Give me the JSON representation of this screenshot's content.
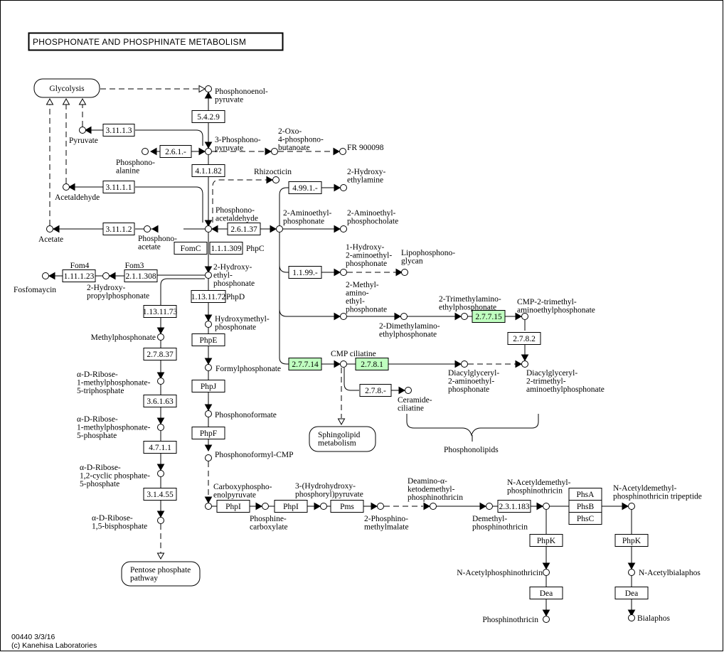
{
  "title": "PHOSPHONATE AND PHOSPHINATE METABOLISM",
  "footer": {
    "map_id_date": "00440 3/3/16",
    "copyright": "(c) Kanehisa Laboratories"
  },
  "colors": {
    "highlight_enzyme": "#bfffbf",
    "line": "#000000",
    "background": "#ffffff"
  },
  "pathway_maps": [
    {
      "id": "glycolysis",
      "lines": [
        "Glycolysis"
      ]
    },
    {
      "id": "sphingolipid",
      "lines": [
        "Sphingolipid",
        "metabolism"
      ]
    },
    {
      "id": "pentose",
      "lines": [
        "Pentose phosphate",
        "pathway"
      ]
    }
  ],
  "enzymes": [
    {
      "id": "e5429",
      "label": "5.4.2.9",
      "highlighted": false
    },
    {
      "id": "e31113",
      "label": "3.11.1.3",
      "highlighted": false
    },
    {
      "id": "e261",
      "label": "2.6.1.-",
      "highlighted": false
    },
    {
      "id": "e41182",
      "label": "4.1.1.82",
      "highlighted": false
    },
    {
      "id": "e31111",
      "label": "3.11.1.1",
      "highlighted": false
    },
    {
      "id": "e31112",
      "label": "3.11.1.2",
      "highlighted": false
    },
    {
      "id": "e26137",
      "label": "2.6.1.37",
      "highlighted": false
    },
    {
      "id": "fomc",
      "label": "FomC",
      "highlighted": false
    },
    {
      "id": "e111309",
      "label": "1.1.1.309",
      "highlighted": false
    },
    {
      "id": "e111123",
      "label": "1.11.1.23",
      "highlighted": false
    },
    {
      "id": "e211308",
      "label": "2.1.1.308",
      "highlighted": false
    },
    {
      "id": "e1131172",
      "label": "1.13.11.72",
      "highlighted": false
    },
    {
      "id": "e1131173",
      "label": "1.13.11.73",
      "highlighted": false
    },
    {
      "id": "e27837",
      "label": "2.7.8.37",
      "highlighted": false
    },
    {
      "id": "e36163",
      "label": "3.6.1.63",
      "highlighted": false
    },
    {
      "id": "e4711",
      "label": "4.7.1.1",
      "highlighted": false
    },
    {
      "id": "e31455",
      "label": "3.1.4.55",
      "highlighted": false
    },
    {
      "id": "phpe",
      "label": "PhpE",
      "highlighted": false
    },
    {
      "id": "phpj",
      "label": "PhpJ",
      "highlighted": false
    },
    {
      "id": "phpf",
      "label": "PhpF",
      "highlighted": false
    },
    {
      "id": "e4991",
      "label": "4.99.1.-",
      "highlighted": false
    },
    {
      "id": "e1199",
      "label": "1.1.99.-",
      "highlighted": false
    },
    {
      "id": "e27715",
      "label": "2.7.7.15",
      "highlighted": true
    },
    {
      "id": "e2782",
      "label": "2.7.8.2",
      "highlighted": false
    },
    {
      "id": "e27714",
      "label": "2.7.7.14",
      "highlighted": true
    },
    {
      "id": "e2781",
      "label": "2.7.8.1",
      "highlighted": true
    },
    {
      "id": "e278",
      "label": "2.7.8.-",
      "highlighted": false
    },
    {
      "id": "phpi1",
      "label": "PhpI",
      "highlighted": false
    },
    {
      "id": "phpi2",
      "label": "PhpI",
      "highlighted": false
    },
    {
      "id": "pms",
      "label": "Pms",
      "highlighted": false
    },
    {
      "id": "e231183",
      "label": "2.3.1.183",
      "highlighted": false
    },
    {
      "id": "phsa",
      "label": "PhsA",
      "highlighted": false
    },
    {
      "id": "phsb",
      "label": "PhsB",
      "highlighted": false
    },
    {
      "id": "phsc",
      "label": "PhsC",
      "highlighted": false
    },
    {
      "id": "phpk1",
      "label": "PhpK",
      "highlighted": false
    },
    {
      "id": "phpk2",
      "label": "PhpK",
      "highlighted": false
    },
    {
      "id": "dea1",
      "label": "Dea",
      "highlighted": false
    },
    {
      "id": "dea2",
      "label": "Dea",
      "highlighted": false
    }
  ],
  "gene_labels": [
    {
      "id": "phpc",
      "text": "PhpC"
    },
    {
      "id": "phpd",
      "text": "PhpD"
    },
    {
      "id": "fom4",
      "text": "Fom4"
    },
    {
      "id": "fom3",
      "text": "Fom3"
    }
  ],
  "compounds": [
    {
      "id": "pep",
      "lines": [
        "Phosphonoenol-",
        "pyruvate"
      ]
    },
    {
      "id": "pyruvate",
      "lines": [
        "Pyruvate"
      ]
    },
    {
      "id": "ppyr",
      "lines": [
        "3-Phosphono-",
        "pyruvate"
      ]
    },
    {
      "id": "oxo",
      "lines": [
        "2-Oxo-",
        "4-phosphono-",
        "butanoate"
      ]
    },
    {
      "id": "fr",
      "lines": [
        "FR 900098"
      ]
    },
    {
      "id": "pala",
      "lines": [
        "Phosphono-",
        "alanine"
      ]
    },
    {
      "id": "acald",
      "lines": [
        "Acetaldehyde"
      ]
    },
    {
      "id": "rhizo",
      "lines": [
        "Rhizocticin"
      ]
    },
    {
      "id": "pald",
      "lines": [
        "Phosphono-",
        "acetaldehyde"
      ]
    },
    {
      "id": "acetate",
      "lines": [
        "Acetate"
      ]
    },
    {
      "id": "pacet",
      "lines": [
        "Phosphono-",
        "acetate"
      ]
    },
    {
      "id": "hea",
      "lines": [
        "2-Hydroxy-",
        "ethylamine"
      ]
    },
    {
      "id": "aep",
      "lines": [
        "2-Aminoethyl-",
        "phosphonate"
      ]
    },
    {
      "id": "aepc",
      "lines": [
        "2-Aminoethyl-",
        "phosphocholate"
      ]
    },
    {
      "id": "fosfo",
      "lines": [
        "Fosfomaycin"
      ]
    },
    {
      "id": "hpp",
      "lines": [
        "2-Hydroxy-",
        "propylphosphonate"
      ]
    },
    {
      "id": "hep",
      "lines": [
        "2-Hydroxy-",
        "ethyl-",
        "phosphonate"
      ]
    },
    {
      "id": "haep",
      "lines": [
        "1-Hydroxy-",
        "2-aminoethyl-",
        "phosphonate"
      ]
    },
    {
      "id": "lpg",
      "lines": [
        "Lipophosphono-",
        "glycan"
      ]
    },
    {
      "id": "hmp",
      "lines": [
        "Hydroxymethyl-",
        "phosphonate"
      ]
    },
    {
      "id": "mp",
      "lines": [
        "Methylphosphonate"
      ]
    },
    {
      "id": "maep",
      "lines": [
        "2-Methyl-",
        "amino-",
        "ethyl-",
        "phosphonate"
      ]
    },
    {
      "id": "dmaep",
      "lines": [
        "2-Dimethylamino-",
        "ethylphosphonate"
      ]
    },
    {
      "id": "tmaep",
      "lines": [
        "2-Trimethylamino-",
        "ethylphosphonate"
      ]
    },
    {
      "id": "cmptm",
      "lines": [
        "CMP-2-trimethyl-",
        "aminoethylphosphonate"
      ]
    },
    {
      "id": "rmptp",
      "lines": [
        "α-D-Ribose-",
        "1-methylphosphonate-",
        "5-triphosphate"
      ]
    },
    {
      "id": "fp",
      "lines": [
        "Formylphosphonate"
      ]
    },
    {
      "id": "cmpcil",
      "lines": [
        "CMP ciliatine"
      ]
    },
    {
      "id": "dgaep",
      "lines": [
        "Diacylglyceryl-",
        "2-aminoethyl-",
        "phosphonate"
      ]
    },
    {
      "id": "dgtmaep",
      "lines": [
        "Diacylglyceryl-",
        "2-trimethyl-",
        "aminoethylphosphonate"
      ]
    },
    {
      "id": "cercil",
      "lines": [
        "Ceramide-",
        "ciliatine"
      ]
    },
    {
      "id": "rmpp",
      "lines": [
        "α-D-Ribose-",
        "1-methylphosphonate-",
        "5-phosphate"
      ]
    },
    {
      "id": "pform",
      "lines": [
        "Phosphonoformate"
      ]
    },
    {
      "id": "plipids",
      "lines": [
        "Phosphonolipids"
      ]
    },
    {
      "id": "rcpp",
      "lines": [
        "α-D-Ribose-",
        "1,2-cyclic phosphate-",
        "5-phosphate"
      ]
    },
    {
      "id": "pfcmp",
      "lines": [
        "Phosphonoformyl-CMP"
      ]
    },
    {
      "id": "cpep",
      "lines": [
        "Carboxyphospho-",
        "enolpyruvate"
      ]
    },
    {
      "id": "hhpp",
      "lines": [
        "3-(Hydrohydroxy-",
        "phosphoryl)pyruvate"
      ]
    },
    {
      "id": "deamino",
      "lines": [
        "Deamino-α-",
        "ketodemethyl-",
        "phosphinothricin"
      ]
    },
    {
      "id": "nadpt",
      "lines": [
        "N-Acetyldemethyl-",
        "phosphinothricin"
      ]
    },
    {
      "id": "nadptt",
      "lines": [
        "N-Acetyldemethyl-",
        "phosphinothricin tripeptide"
      ]
    },
    {
      "id": "rbp",
      "lines": [
        "α-D-Ribose-",
        "1,5-bisphosphate"
      ]
    },
    {
      "id": "pcarb",
      "lines": [
        "Phosphine-",
        "carboxylate"
      ]
    },
    {
      "id": "ppmm",
      "lines": [
        "2-Phosphino-",
        "methylmalate"
      ]
    },
    {
      "id": "dmpt",
      "lines": [
        "Demethyl-",
        "phosphinothricin"
      ]
    },
    {
      "id": "napt",
      "lines": [
        "N-Acetylphosphinothricin"
      ]
    },
    {
      "id": "nab",
      "lines": [
        "N-Acetylbialaphos"
      ]
    },
    {
      "id": "pt",
      "lines": [
        "Phosphinothricin"
      ]
    },
    {
      "id": "bialaphos",
      "lines": [
        "Bialaphos"
      ]
    }
  ]
}
